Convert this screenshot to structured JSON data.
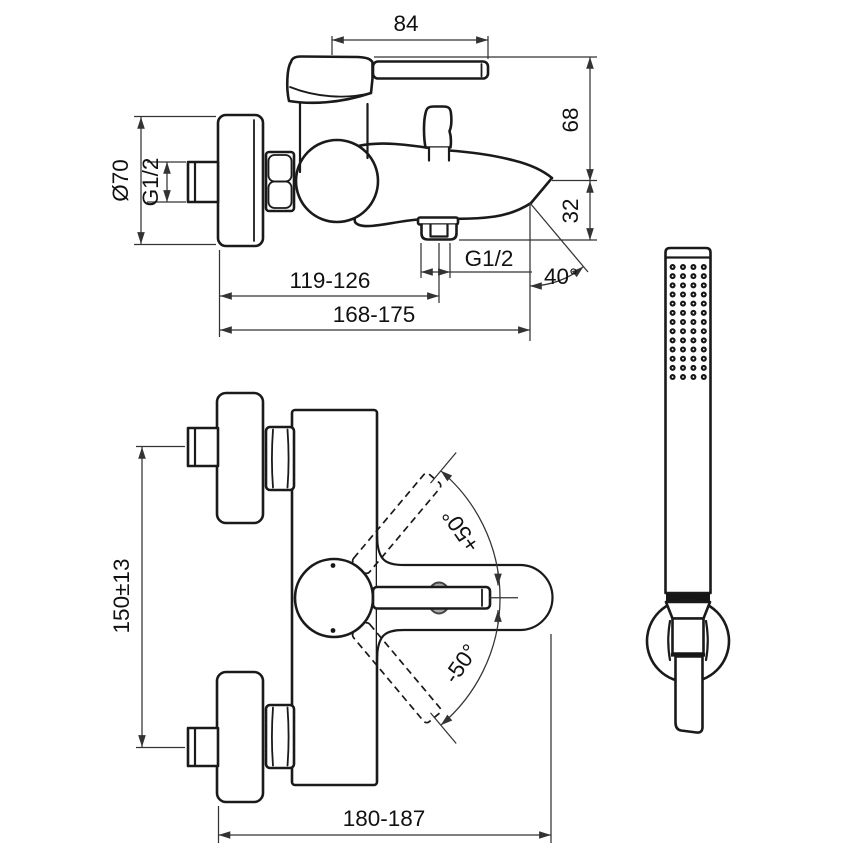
{
  "side_view": {
    "dim_handle_length": "84",
    "dim_spout_height": "68",
    "dim_outlet_drop": "32",
    "dim_escutcheon_diameter": "Ø70",
    "dim_inlet_thread": "G1/2",
    "dim_outlet_thread": "G1/2",
    "dim_spout_angle": "40°",
    "dim_wall_to_outlet": "119-126",
    "dim_wall_to_spout_tip": "168-175"
  },
  "plan_view": {
    "dim_inlet_centers": "150±13",
    "dim_overall_depth": "180-187",
    "dim_handle_swing_up": "+50°",
    "dim_handle_swing_down": "-50°"
  },
  "hand_shower": {
    "spray_grid": {
      "columns": 4,
      "rows": 13
    }
  },
  "colors": {
    "line": "#1a1a1a",
    "dimension_line": "#333333",
    "knob_fill": "#a9a9a9",
    "background": "#ffffff"
  }
}
